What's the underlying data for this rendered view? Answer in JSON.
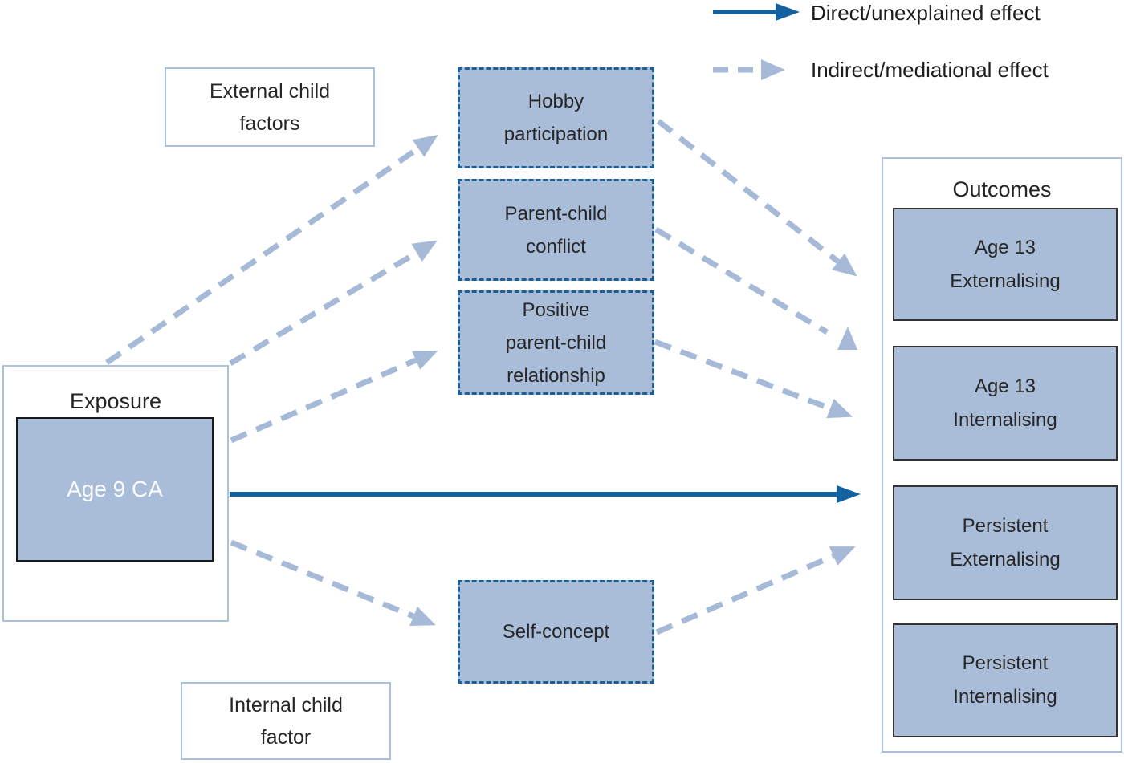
{
  "legend": {
    "direct": "Direct/unexplained effect",
    "indirect": "Indirect/mediational effect"
  },
  "groups": {
    "external_label": "External child\nfactors",
    "internal_label": "Internal child\nfactor",
    "exposure_title": "Exposure",
    "outcomes_title": "Outcomes"
  },
  "nodes": {
    "exposure": "Age 9 CA",
    "hobby": "Hobby\nparticipation",
    "conflict": "Parent-child\nconflict",
    "positive": "Positive\nparent-child\nrelationship",
    "self_concept": "Self-concept",
    "age13_ext": "Age 13\nExternalising",
    "age13_int": "Age 13\nInternalising",
    "pers_ext": "Persistent\nExternalising",
    "pers_int": "Persistent\nInternalising"
  },
  "edges": [
    {
      "from": "Age 9 CA",
      "to": "Hobby participation",
      "type": "indirect"
    },
    {
      "from": "Age 9 CA",
      "to": "Parent-child conflict",
      "type": "indirect"
    },
    {
      "from": "Age 9 CA",
      "to": "Positive parent-child relationship",
      "type": "indirect"
    },
    {
      "from": "Age 9 CA",
      "to": "Self-concept",
      "type": "indirect"
    },
    {
      "from": "Age 9 CA",
      "to": "Outcomes",
      "type": "direct"
    },
    {
      "from": "Hobby participation",
      "to": "Age 13 Externalising",
      "type": "indirect"
    },
    {
      "from": "Parent-child conflict",
      "to": "Age 13 Internalising",
      "type": "indirect"
    },
    {
      "from": "Positive parent-child relationship",
      "to": "Age 13 Internalising",
      "type": "indirect"
    },
    {
      "from": "Self-concept",
      "to": "Persistent Externalising",
      "type": "indirect"
    }
  ],
  "colors": {
    "node_fill": "#a9bdd9",
    "dashed_node_border": "#1d5f93",
    "container_border": "#aac2de",
    "solid_node_border": "#323232",
    "direct_arrow": "#13619e",
    "indirect_arrow": "#a6bad8",
    "text_dark": "#262626",
    "text_light": "#fafcff"
  }
}
